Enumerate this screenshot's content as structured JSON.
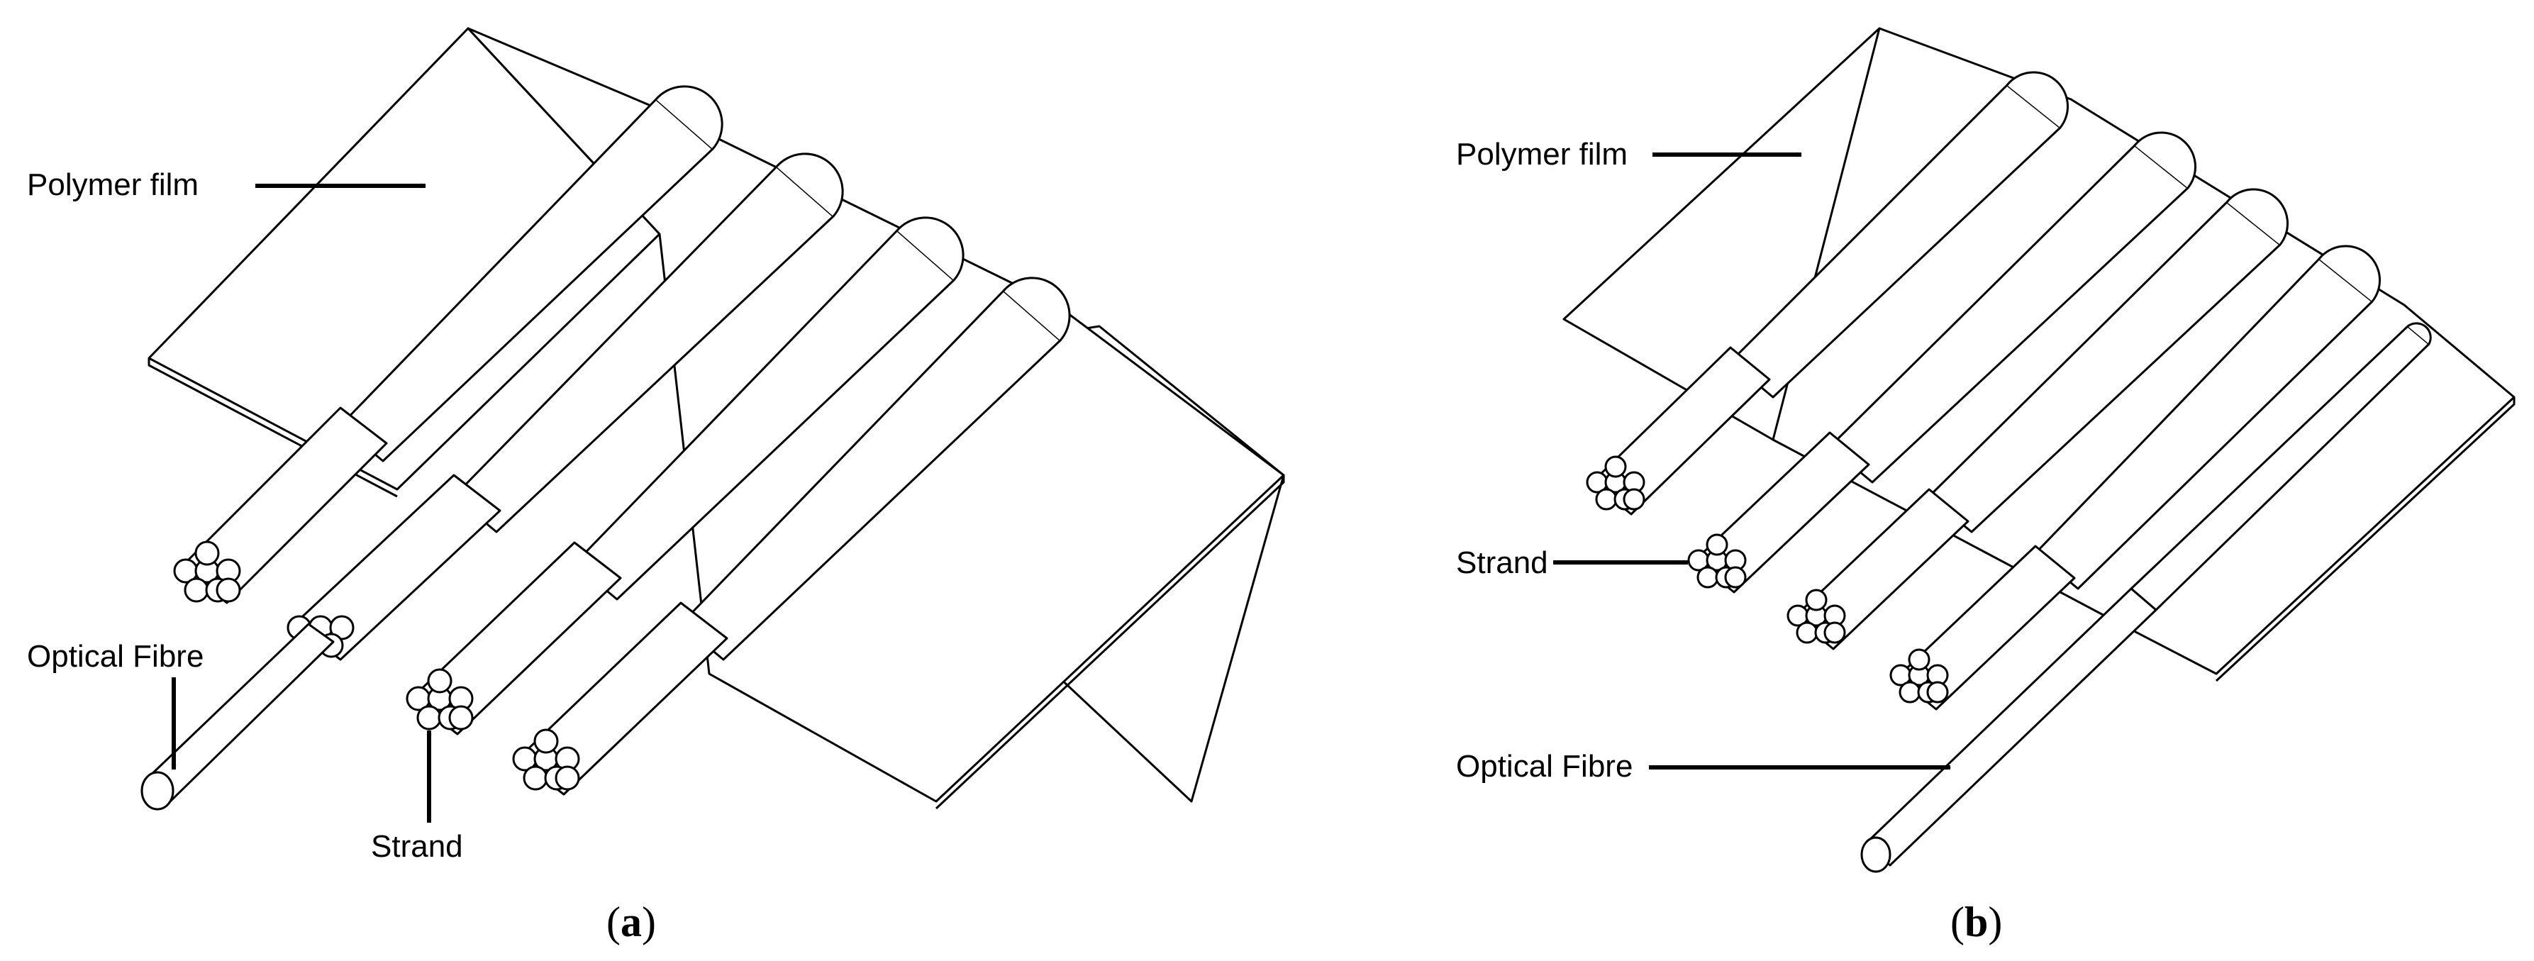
{
  "colors": {
    "line": "#000000",
    "fill": "#ffffff"
  },
  "panel_a": {
    "label_polymer_film": "Polymer film",
    "label_optical_fibre": "Optical Fibre",
    "label_strand": "Strand",
    "caption_open": "(",
    "caption_letter": "a",
    "caption_close": ")"
  },
  "panel_b": {
    "label_polymer_film": "Polymer film",
    "label_strand": "Strand",
    "label_optical_fibre": "Optical Fibre",
    "caption_open": "(",
    "caption_letter": "b",
    "caption_close": ")"
  }
}
